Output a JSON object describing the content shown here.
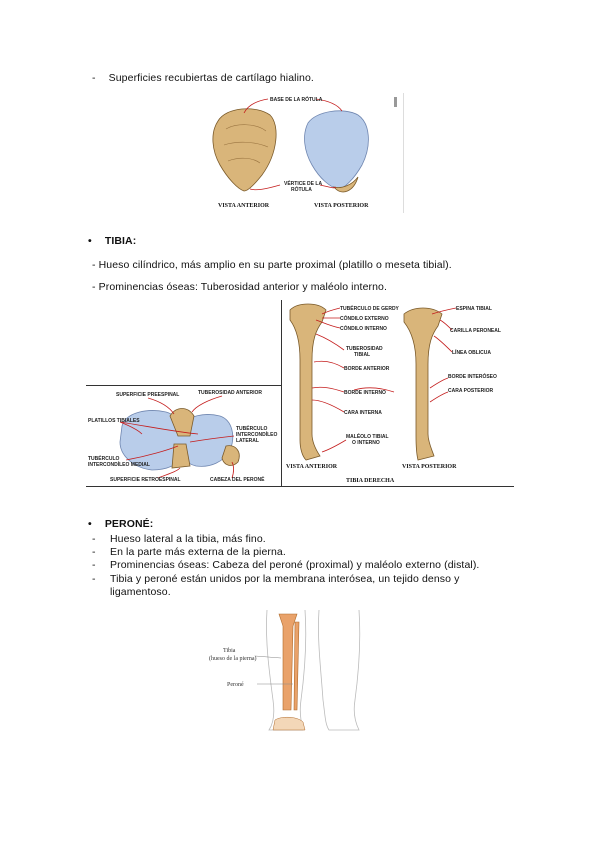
{
  "intro_line": "Superficies recubiertas de cartílago hialino.",
  "patella_figure": {
    "label_base": "BASE DE LA RÓTULA",
    "label_vertex": [
      "VÉRTICE DE LA",
      "RÓTULA"
    ],
    "caption_anterior": "VISTA ANTERIOR",
    "caption_posterior": "VISTA POSTERIOR"
  },
  "tibia_section": {
    "heading": "TIBIA:",
    "lines": [
      "- Hueso cilíndrico, más amplio en su parte proximal (platillo o meseta tibial).",
      "- Prominencias óseas: Tuberosidad anterior y maléolo interno."
    ]
  },
  "tibia_top_figure": {
    "labels": {
      "superficie_preespinal": "SUPERFICIE PREESPINAL",
      "tuberosidad_anterior": "TUBEROSIDAD ANTERIOR",
      "platillos_tibiales": "PLATILLOS TIBIALES",
      "tuberculo_lateral": [
        "TUBÉRCULO",
        "INTERCONDÍLEO",
        "LATERAL"
      ],
      "tuberculo_medial": [
        "TUBÉRCULO",
        "INTERCONDÍLEO MEDIAL"
      ],
      "superficie_retroespinal": "SUPERFICIE RETROESPINAL",
      "cabeza_perone": "CABEZA DEL PERONÉ"
    }
  },
  "tibia_long_figure": {
    "labels": {
      "tuberculo_gerdy": "TUBÉRCULO DE GERDY",
      "condilo_externo": "CÓNDILO EXTERNO",
      "condilo_interno": "CÓNDILO INTERNO",
      "tuberosidad_tibial": [
        "TUBEROSIDAD",
        "TIBIAL"
      ],
      "borde_anterior": "BORDE ANTERIOR",
      "borde_interno": "BORDE INTERNO",
      "cara_interna": "CARA INTERNA",
      "maleolo": [
        "MALÉOLO TIBIAL",
        "O INTERNO"
      ],
      "espina_tibial": "ESPINA TIBIAL",
      "carilla_peroneal": "CARILLA PERONEAL",
      "linea_oblicua": "LÍNEA OBLICUA",
      "borde_interoseo": "BORDE INTERÓSEO",
      "cara_posterior": "CARA POSTERIOR"
    },
    "caption_anterior": "VISTA ANTERIOR",
    "caption_posterior": "VISTA POSTERIOR",
    "caption_main": "TIBIA DERECHA"
  },
  "perone_section": {
    "heading": "PERONÉ:",
    "items": [
      "Hueso lateral a la tibia, más fino.",
      "En la parte más externa de la pierna.",
      "Prominencias óseas: Cabeza del peroné (proximal) y maléolo externo (distal).",
      "Tibia y peroné están unidos por la membrana interósea, un tejido denso y",
      "ligamentoso."
    ]
  },
  "leg_figure": {
    "label_tibia": [
      "Tibia",
      "(hueso de la pierna)"
    ],
    "label_perone": "Peroné"
  },
  "colors": {
    "text": "#111111",
    "arrow": "#c41d1d",
    "bone": "#d9b57a",
    "cartilage": "#b9cdea"
  }
}
